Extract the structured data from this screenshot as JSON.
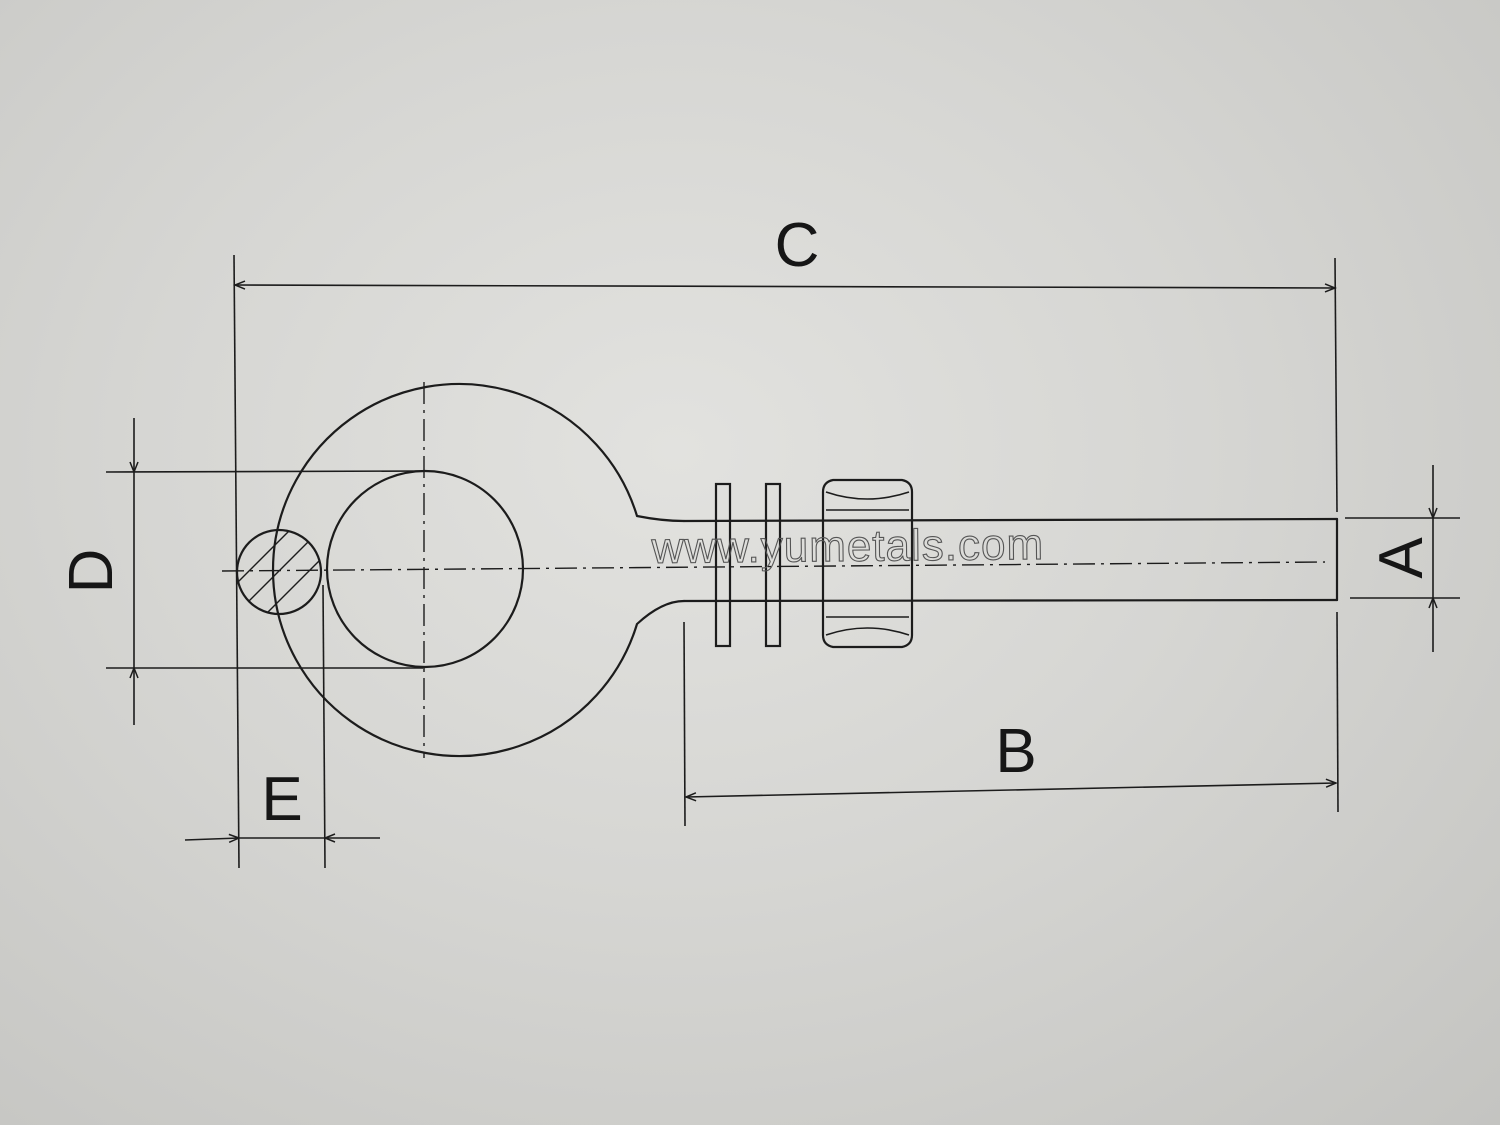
{
  "diagram": {
    "labels": {
      "a": "A",
      "b": "B",
      "c": "C",
      "d": "D",
      "e": "E"
    },
    "watermark": "www.yumetals.com"
  },
  "colors": {
    "paper": "#d6d6d3",
    "ink": "#1c1c1c"
  }
}
